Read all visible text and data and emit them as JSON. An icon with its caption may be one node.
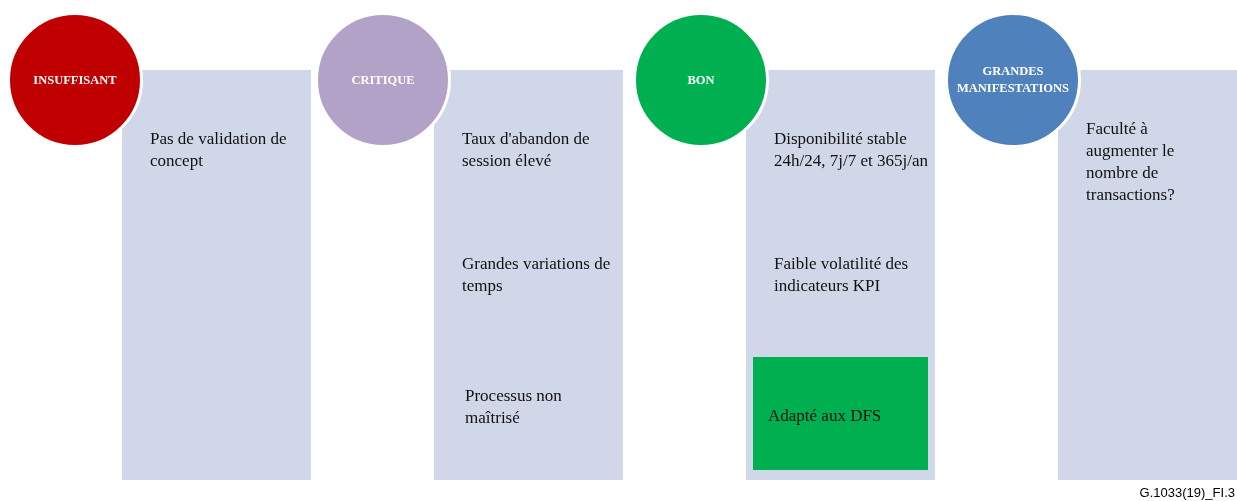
{
  "diagram": {
    "nodes": [
      {
        "text": [
          "INSUFFISANT"
        ]
      },
      {
        "text": [
          "Pas de validation de concept"
        ]
      },
      {
        "text": [
          "CRITIQUE"
        ]
      },
      {
        "text": [
          "Taux d'abandon de session élevé",
          "Grandes variations de temps",
          "Processus non maîtrisé"
        ]
      },
      {
        "text": [
          "BON"
        ]
      },
      {
        "text": [
          "Disponibilité stable 24h/24, 7j/7 et 365j/an",
          "Faible volatilité des indicateurs KPI"
        ]
      },
      {
        "text": [
          "Adapté aux DFS"
        ],
        "in": 5
      },
      {
        "text": [
          "GRANDES MANIFESTATIONS"
        ]
      },
      {
        "text": [
          "Faculté à augmenter le nombre de transactions?"
        ]
      }
    ],
    "labels": [
      "G.1033(19)_FI.3"
    ]
  }
}
